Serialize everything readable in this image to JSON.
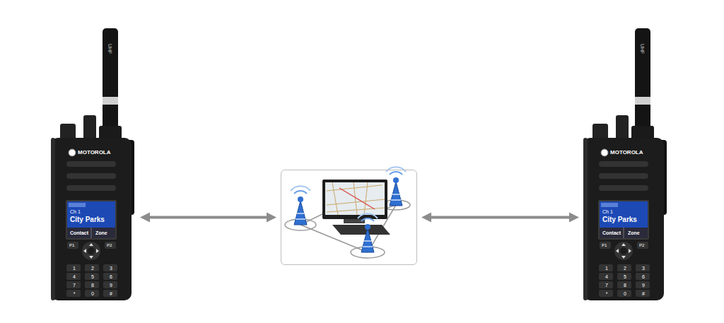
{
  "diagram": {
    "nodes": [
      {
        "text": [
          "UHF",
          "MOTOROLA",
          "Ch 1",
          "City Parks",
          "Contact",
          "Zone",
          "P1",
          "P2",
          "1",
          "2",
          "3",
          "4",
          "5",
          "6",
          "7",
          "8",
          "9",
          "*",
          "0",
          "#"
        ]
      },
      {
        "text": []
      },
      {
        "text": [
          "UHF",
          "MOTOROLA",
          "Ch 1",
          "City Parks",
          "Contact",
          "Zone",
          "P1",
          "P2",
          "1",
          "2",
          "3",
          "4",
          "5",
          "6",
          "7",
          "8",
          "9",
          "*",
          "0",
          "#"
        ]
      }
    ],
    "edges": [
      {
        "from": 0,
        "to": 1,
        "arrow": "both"
      },
      {
        "from": 1,
        "to": 2,
        "arrow": "both"
      }
    ]
  }
}
